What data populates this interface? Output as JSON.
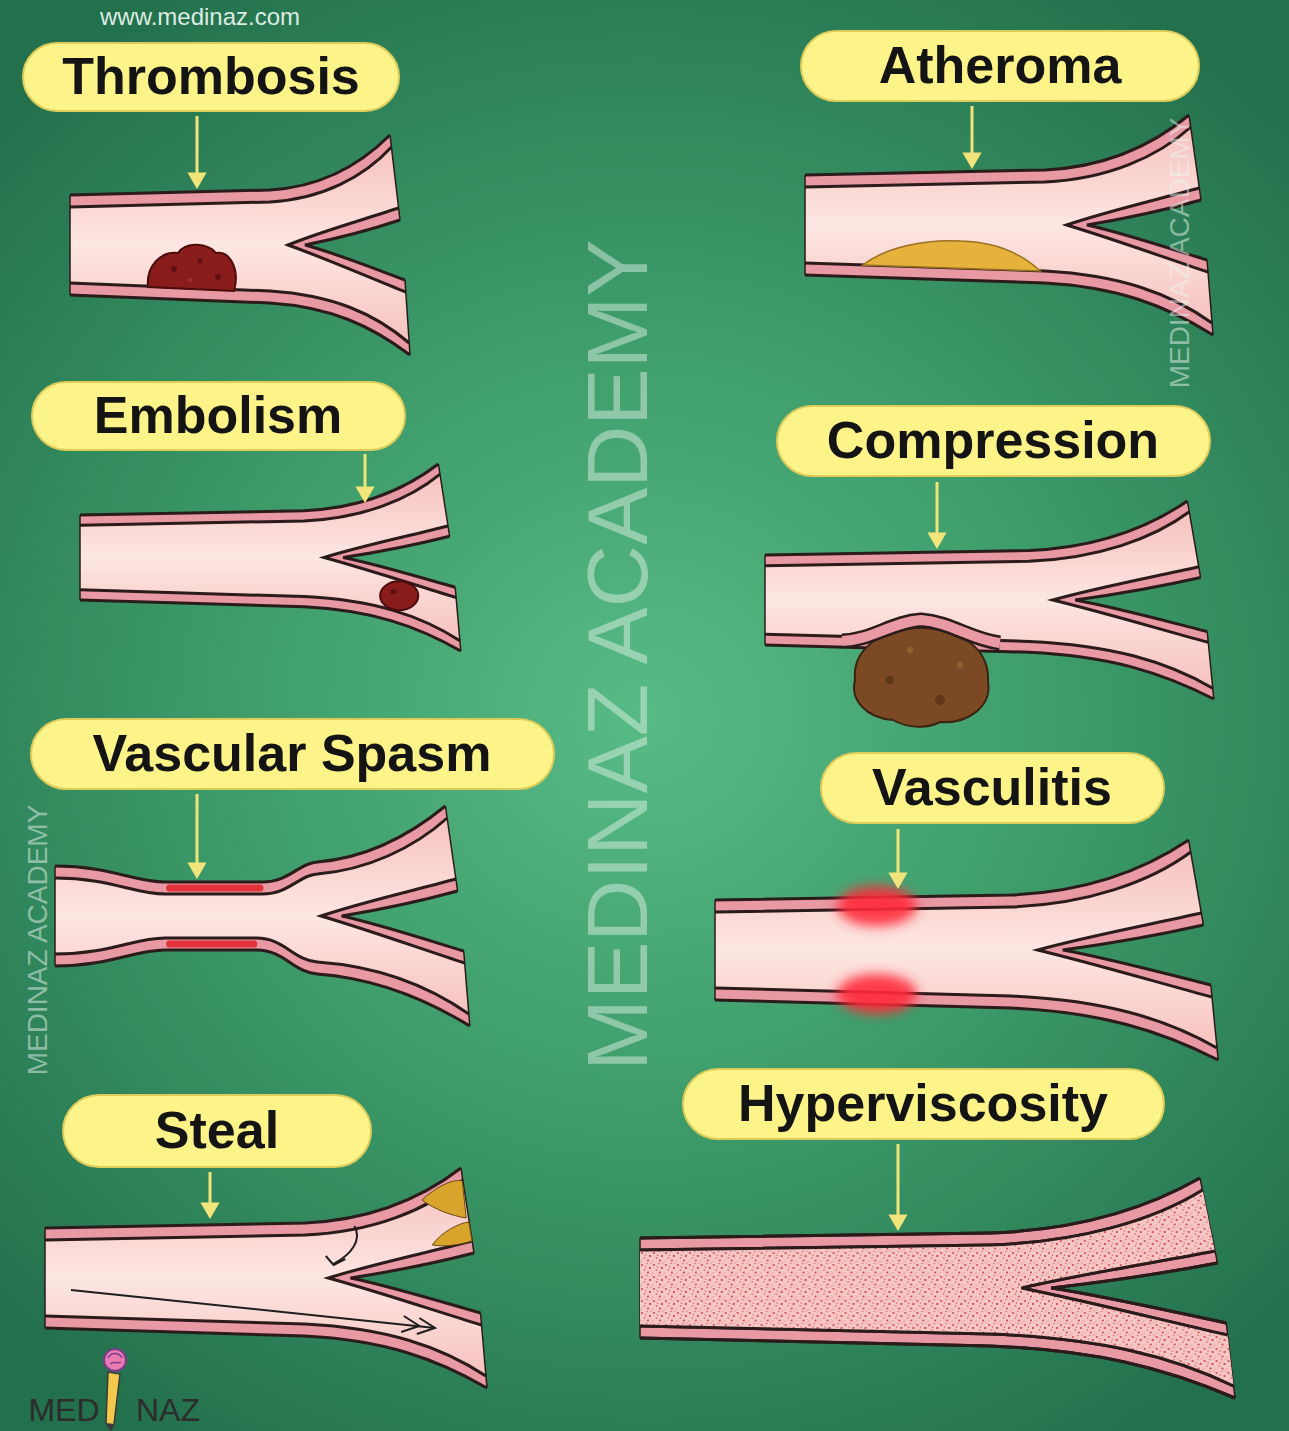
{
  "diagram": {
    "nodes": [
      {
        "text": [
          "Thrombosis"
        ]
      },
      {
        "text": [
          "Atheroma"
        ]
      },
      {
        "text": [
          "Embolism"
        ]
      },
      {
        "text": [
          "Compression"
        ]
      },
      {
        "text": [
          "Vascular Spasm"
        ]
      },
      {
        "text": [
          "Vasculitis"
        ]
      },
      {
        "text": [
          "Steal"
        ]
      },
      {
        "text": [
          "Hyperviscosity"
        ]
      }
    ],
    "labels": [
      "www.medinaz.com",
      "MEDINAZ ACADEMY",
      "MEDINAZ ACADEMY",
      "MEDINAZ ACADEMY",
      "MED",
      "NAZ"
    ]
  }
}
